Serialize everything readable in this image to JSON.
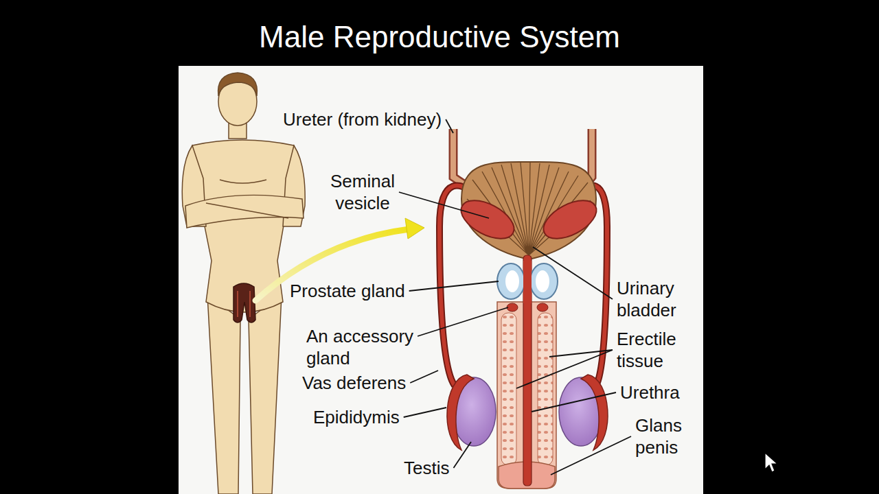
{
  "diagram": {
    "title": "Male Reproductive System",
    "labels": [
      "Ureter (from kidney)",
      "Seminal vesicle",
      "Prostate gland",
      "An accessory gland",
      "Vas deferens",
      "Epididymis",
      "Testis",
      "Urinary bladder",
      "Erectile tissue",
      "Urethra",
      "Glans penis"
    ]
  }
}
